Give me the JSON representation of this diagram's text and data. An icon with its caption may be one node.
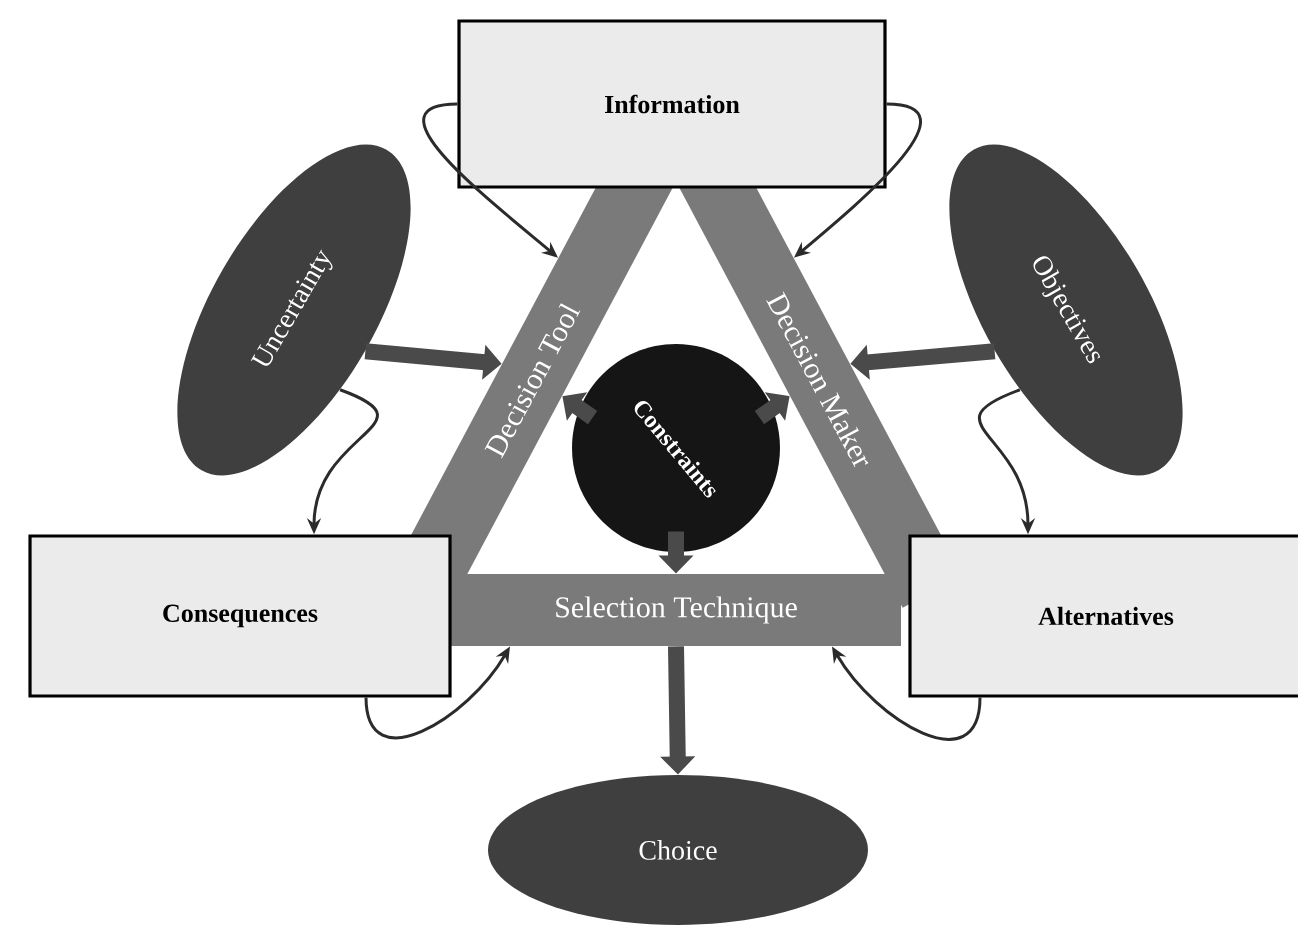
{
  "diagram": {
    "nodes": [
      {
        "text": [
          "Information"
        ]
      },
      {
        "text": [
          "Uncertainty"
        ]
      },
      {
        "text": [
          "Objectives"
        ]
      },
      {
        "text": [
          "Decision Tool"
        ]
      },
      {
        "text": [
          "Decision Maker"
        ]
      },
      {
        "text": [
          "Constraints"
        ]
      },
      {
        "text": [
          "Consequences"
        ]
      },
      {
        "text": [
          "Selection Technique"
        ]
      },
      {
        "text": [
          "Alternatives"
        ]
      },
      {
        "text": [
          "Choice"
        ]
      }
    ],
    "edges": [
      {
        "from": 0,
        "to": 3,
        "arrow": "to"
      },
      {
        "from": 0,
        "to": 4,
        "arrow": "to"
      },
      {
        "from": 1,
        "to": 3,
        "arrow": "to",
        "style": "thick",
        "color": "#4a4a4a"
      },
      {
        "from": 2,
        "to": 4,
        "arrow": "to",
        "style": "thick",
        "color": "#4a4a4a"
      },
      {
        "from": 1,
        "to": 6,
        "arrow": "to"
      },
      {
        "from": 2,
        "to": 8,
        "arrow": "to"
      },
      {
        "from": 5,
        "to": 3,
        "arrow": "to",
        "style": "thick",
        "color": "#4a4a4a"
      },
      {
        "from": 5,
        "to": 4,
        "arrow": "to",
        "style": "thick",
        "color": "#4a4a4a"
      },
      {
        "from": 5,
        "to": 7,
        "arrow": "to",
        "style": "thick",
        "color": "#4a4a4a"
      },
      {
        "from": 7,
        "to": 9,
        "arrow": "to",
        "style": "thick",
        "color": "#4a4a4a"
      },
      {
        "from": 6,
        "to": 7,
        "arrow": "to"
      },
      {
        "from": 8,
        "to": 7,
        "arrow": "to"
      }
    ]
  }
}
